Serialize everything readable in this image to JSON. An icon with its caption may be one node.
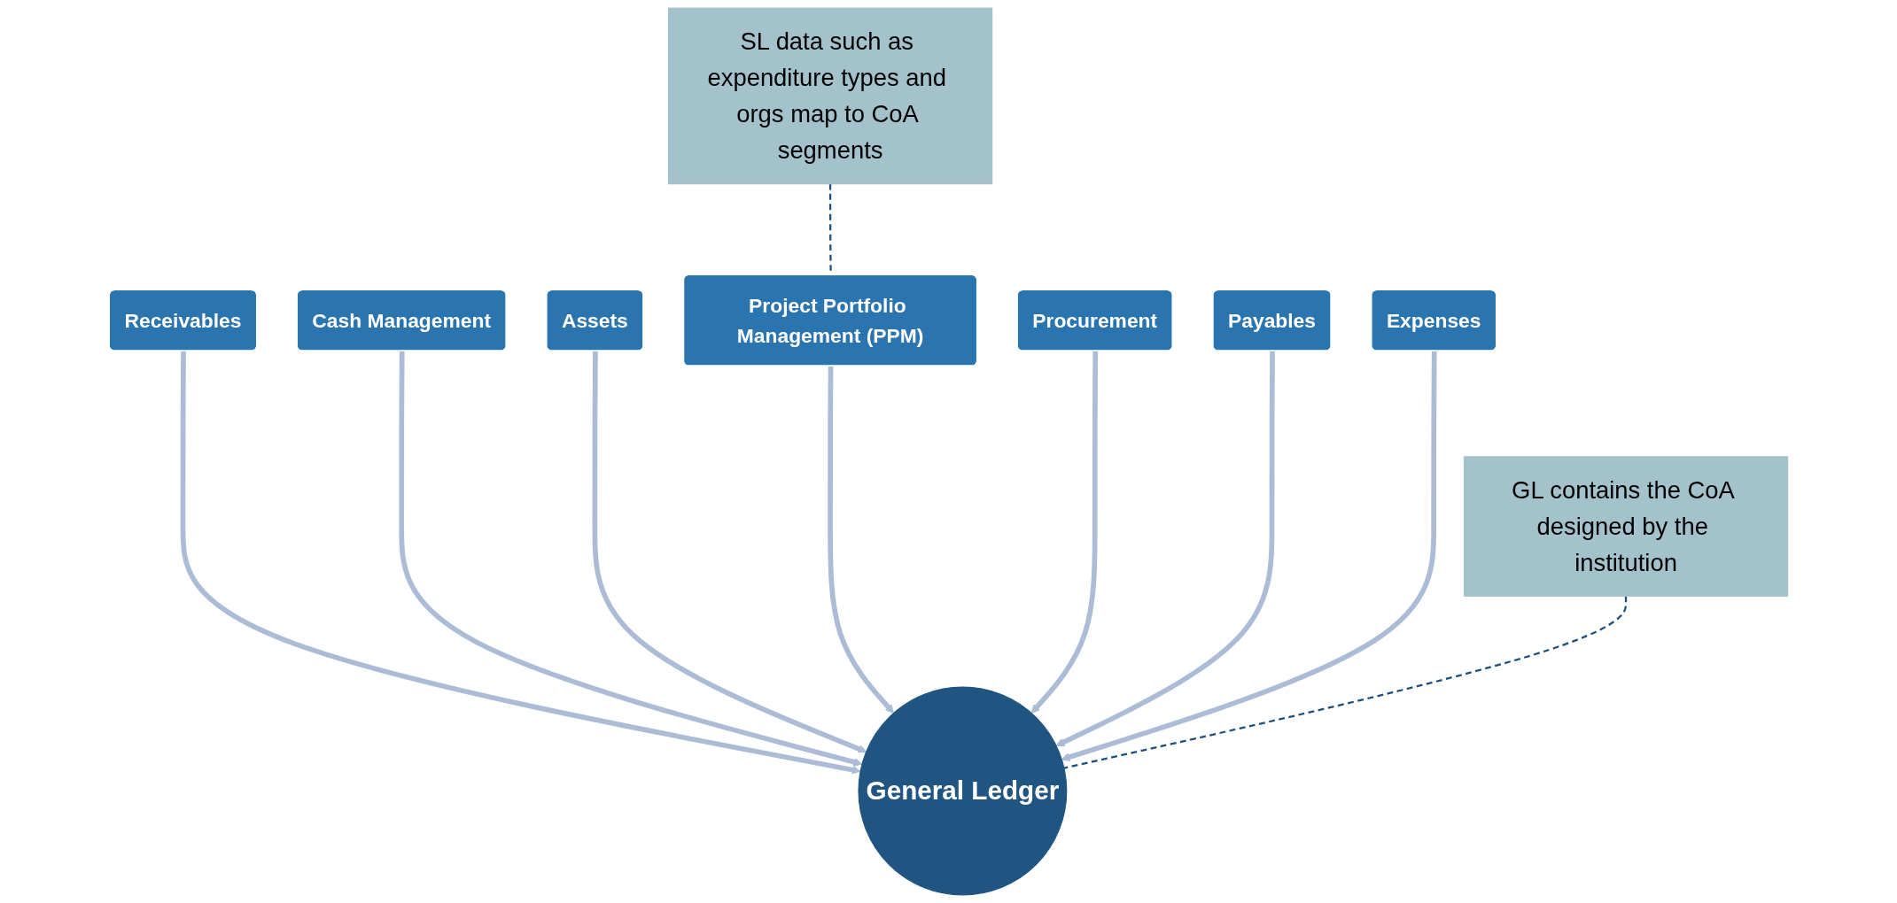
{
  "diagram": {
    "nodes": [
      {
        "text": [
          "Project Portfolio Management (PPM)"
        ]
      },
      {
        "text": [
          "SL data such as expenditure types and orgs map to CoA segments"
        ]
      },
      {
        "text": [
          "Assets"
        ]
      },
      {
        "text": [
          "Procurement"
        ]
      },
      {
        "text": [
          "Cash Management"
        ]
      },
      {
        "text": [
          "Payables"
        ]
      },
      {
        "text": [
          "Receivables"
        ]
      },
      {
        "text": [
          "General Ledger"
        ]
      },
      {
        "text": [
          "Expenses"
        ]
      },
      {
        "text": [
          "GL contains the CoA designed by the institution"
        ]
      }
    ],
    "edges": [
      {
        "from": 6,
        "to": 7,
        "arrow": "to"
      },
      {
        "from": 4,
        "to": 7,
        "arrow": "to"
      },
      {
        "from": 2,
        "to": 7,
        "arrow": "to"
      },
      {
        "from": 0,
        "to": 7,
        "arrow": "to"
      },
      {
        "from": 3,
        "to": 7,
        "arrow": "to"
      },
      {
        "from": 5,
        "to": 7,
        "arrow": "to"
      },
      {
        "from": 8,
        "to": 7,
        "arrow": "to"
      },
      {
        "from": 1,
        "to": 0,
        "arrow": "none",
        "style": "dashed",
        "color": "#1f4e79"
      },
      {
        "from": 9,
        "to": 7,
        "arrow": "none",
        "style": "dashed",
        "color": "#1f4e79"
      }
    ]
  }
}
